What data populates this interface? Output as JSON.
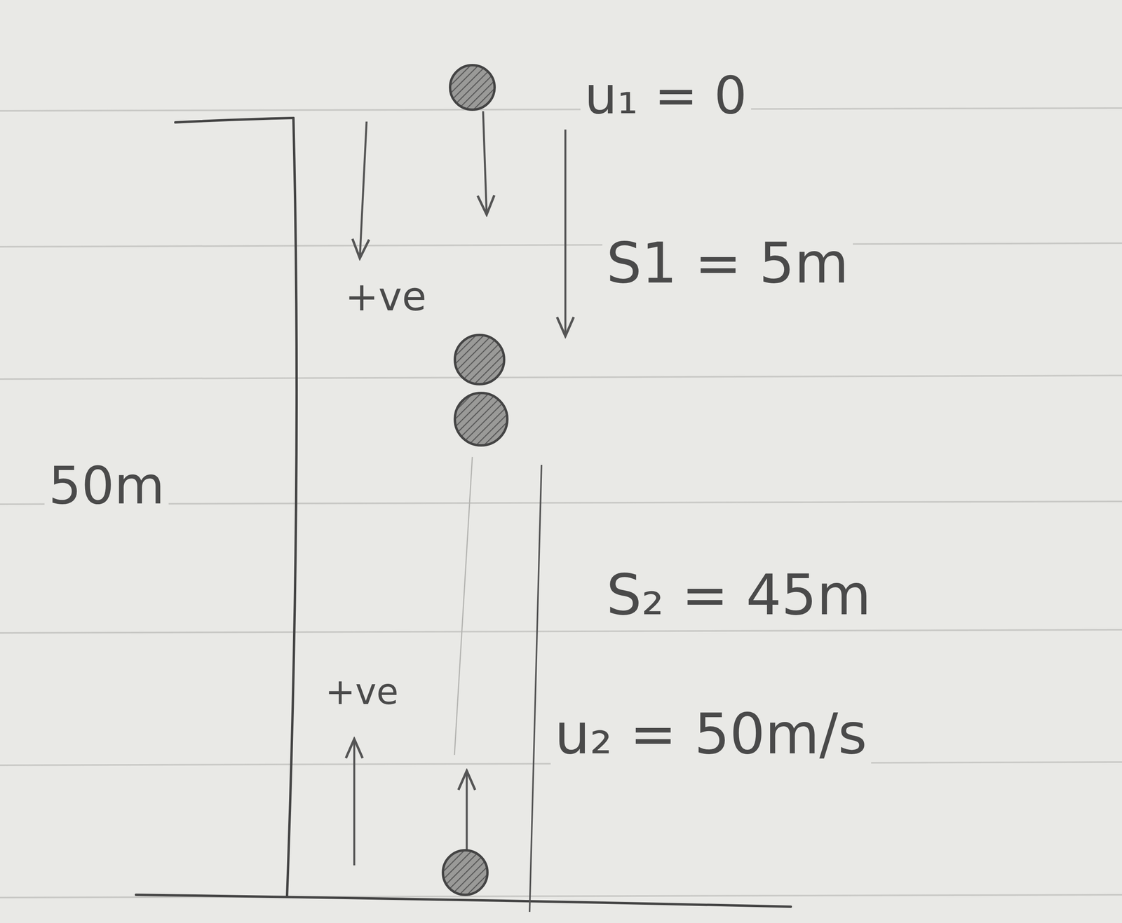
{
  "diagram": {
    "labels": [
      "u₁ = 0",
      "S1 = 5m",
      "+ve",
      "50m",
      "S₂ = 45m",
      "+ve",
      "u₂ = 50m/s"
    ]
  }
}
